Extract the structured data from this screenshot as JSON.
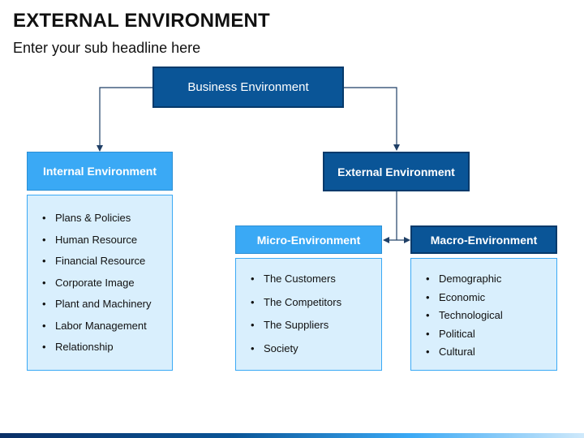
{
  "header": {
    "title": "EXTERNAL ENVIRONMENT",
    "subtitle": "Enter your sub headline here"
  },
  "diagram": {
    "root": "Business Environment",
    "internal": {
      "label": "Internal Environment",
      "items": [
        "Plans & Policies",
        "Human Resource",
        "Financial Resource",
        "Corporate Image",
        "Plant and Machinery",
        "Labor Management",
        "Relationship"
      ]
    },
    "external": {
      "label": "External Environment"
    },
    "micro": {
      "label": "Micro-Environment",
      "items": [
        "The Customers",
        "The Competitors",
        "The Suppliers",
        "Society"
      ]
    },
    "macro": {
      "label": "Macro-Environment",
      "items": [
        "Demographic",
        "Economic",
        "Technological",
        "Political",
        "Cultural"
      ]
    }
  },
  "colors": {
    "dark_blue": "#0a5597",
    "light_blue": "#3aa9f5",
    "list_fill": "#d9effd"
  }
}
